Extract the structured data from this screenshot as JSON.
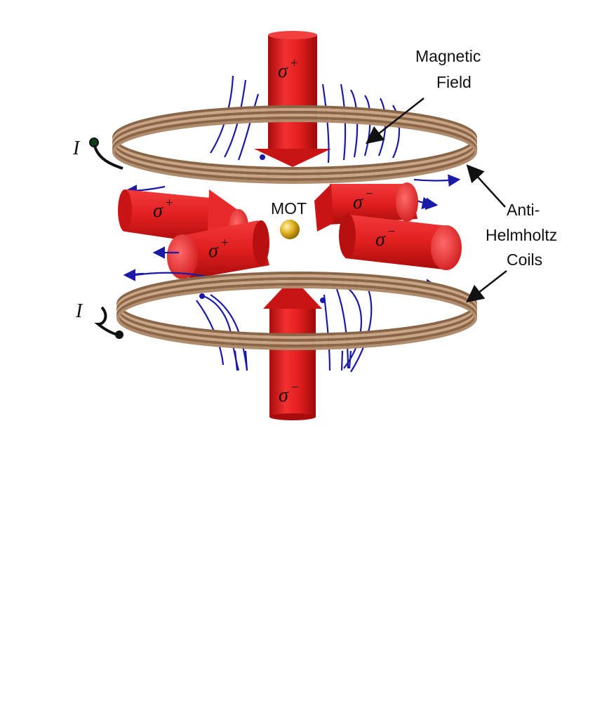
{
  "labels": {
    "magnetic_field_line1": "Magnetic",
    "magnetic_field_line2": "Field",
    "coils_line1": "Anti-",
    "coils_line2": "Helmholtz",
    "coils_line3": "Coils",
    "mot": "MOT",
    "current_top": "I",
    "current_bottom": "I"
  },
  "beams": {
    "top_vertical": {
      "symbol": "σ",
      "sign": "+"
    },
    "bottom_vertical": {
      "symbol": "σ",
      "sign": "−"
    },
    "left_back": {
      "symbol": "σ",
      "sign": "+"
    },
    "left_front": {
      "symbol": "σ",
      "sign": "+"
    },
    "right_back": {
      "symbol": "σ",
      "sign": "−"
    },
    "right_front": {
      "symbol": "σ",
      "sign": "−"
    }
  },
  "colors": {
    "beam": "#e02020",
    "coil": "#b08c6c",
    "field_lines": "#1a1aa8",
    "atom_cloud": "#d4a017"
  }
}
